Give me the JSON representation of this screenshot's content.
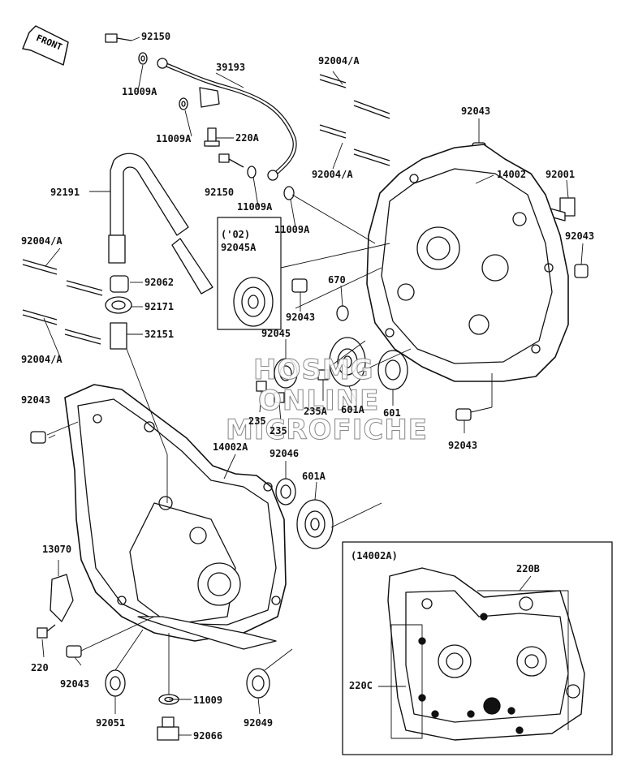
{
  "front_label": "FRONT",
  "inset_title": "(14002A)",
  "watermark": [
    "HOSMG",
    "ONLINE",
    "MICROFICHE"
  ],
  "labels": {
    "p92150a": "92150",
    "p11009a_1": "11009A",
    "p39193": "39193",
    "p11009a_2": "11009A",
    "p220a": "220A",
    "p92150b": "92150",
    "p11009a_3": "11009A",
    "p11009a_4": "11009A",
    "p92191": "92191",
    "p92004a_tr1": "92004/A",
    "p92004a_tr2": "92004/A",
    "p92043_tr": "92043",
    "p14002": "14002",
    "p92001": "92001",
    "p92043_r": "92043",
    "p92004a_l1": "92004/A",
    "p92004a_l2": "92004/A",
    "p02": "('02)",
    "p92045a": "92045A",
    "p92062": "92062",
    "p92171": "92171",
    "p32151": "32151",
    "p670": "670",
    "p92043_m": "92043",
    "p92045": "92045",
    "p235a": "235A",
    "p601a_1": "601A",
    "p601": "601",
    "p235_1": "235",
    "p235_2": "235",
    "p92043_l": "92043",
    "p14002a": "14002A",
    "p92046": "92046",
    "p601a_2": "601A",
    "p92043_br": "92043",
    "p13070": "13070",
    "p220": "220",
    "p92043_b": "92043",
    "p11009": "11009",
    "p92051": "92051",
    "p92066": "92066",
    "p92049": "92049",
    "p220b": "220B",
    "p220c": "220C"
  }
}
